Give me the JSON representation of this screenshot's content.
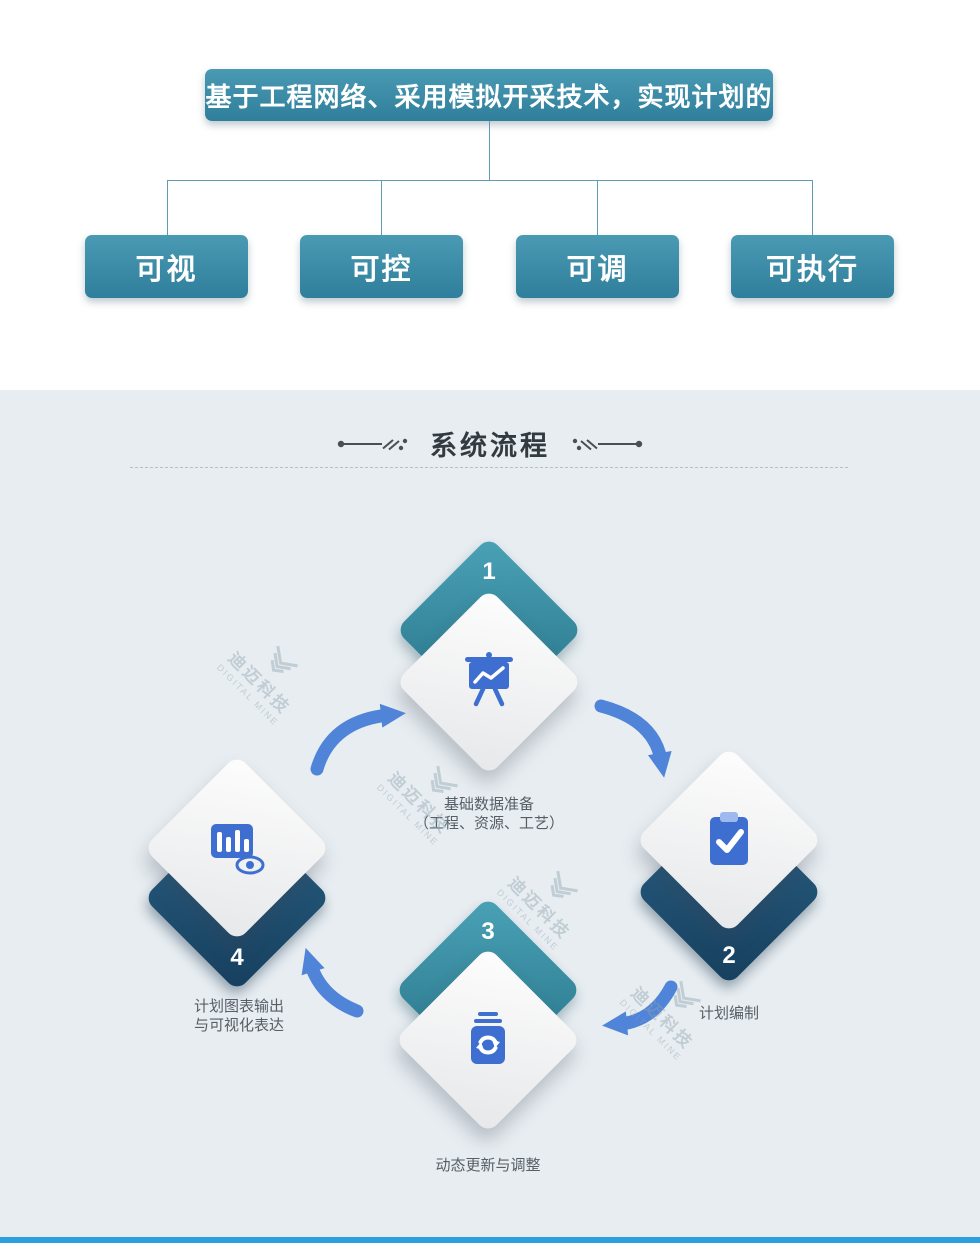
{
  "flowchart": {
    "root_label": "基于工程网络、采用模拟开采技术，实现计划的",
    "children": [
      {
        "label": "可视"
      },
      {
        "label": "可控"
      },
      {
        "label": "可调"
      },
      {
        "label": "可执行"
      }
    ]
  },
  "section": {
    "title": "系统流程"
  },
  "cycle": {
    "steps": [
      {
        "num": "1",
        "icon": "presentation-chart-icon",
        "label_line1": "基础数据准备",
        "label_line2": "（工程、资源、工艺）"
      },
      {
        "num": "2",
        "icon": "clipboard-check-icon",
        "label_line1": "计划编制"
      },
      {
        "num": "3",
        "icon": "sync-box-icon",
        "label_line1": "动态更新与调整"
      },
      {
        "num": "4",
        "icon": "chart-eye-icon",
        "label_line1": "计划图表输出",
        "label_line2": "与可视化表达"
      }
    ]
  },
  "watermark": {
    "cn": "迪迈科技",
    "en": "DIGITAL MINE"
  },
  "colors": {
    "teal_box": "#3a8ca9",
    "teal_diamond": "#337f95",
    "navy_diamond": "#1c4a6b",
    "icon_blue": "#3e6fd0",
    "arrow_blue": "#4f84d8",
    "section_bg": "#e7edf1",
    "footer_bar": "#2b9fe0"
  }
}
